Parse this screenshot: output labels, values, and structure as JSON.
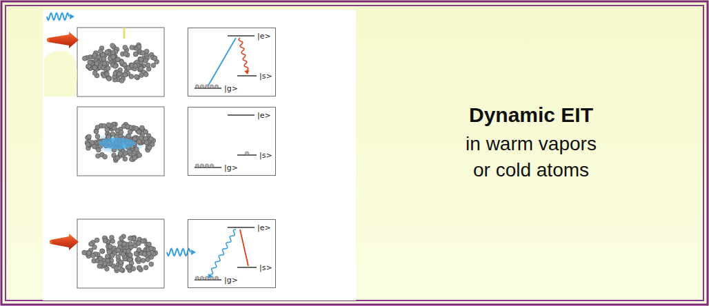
{
  "diagram": {
    "title": "Dynamic EIT",
    "caption": "in warm vapors or cold atoms",
    "nodes": [
      {
        "text": [
          "|e>",
          "|s>",
          "|g>"
        ]
      },
      {
        "text": [
          "|e>",
          "|s>",
          "|g>"
        ]
      },
      {
        "text": [
          "|e>",
          "|s>",
          "|g>"
        ]
      }
    ]
  }
}
